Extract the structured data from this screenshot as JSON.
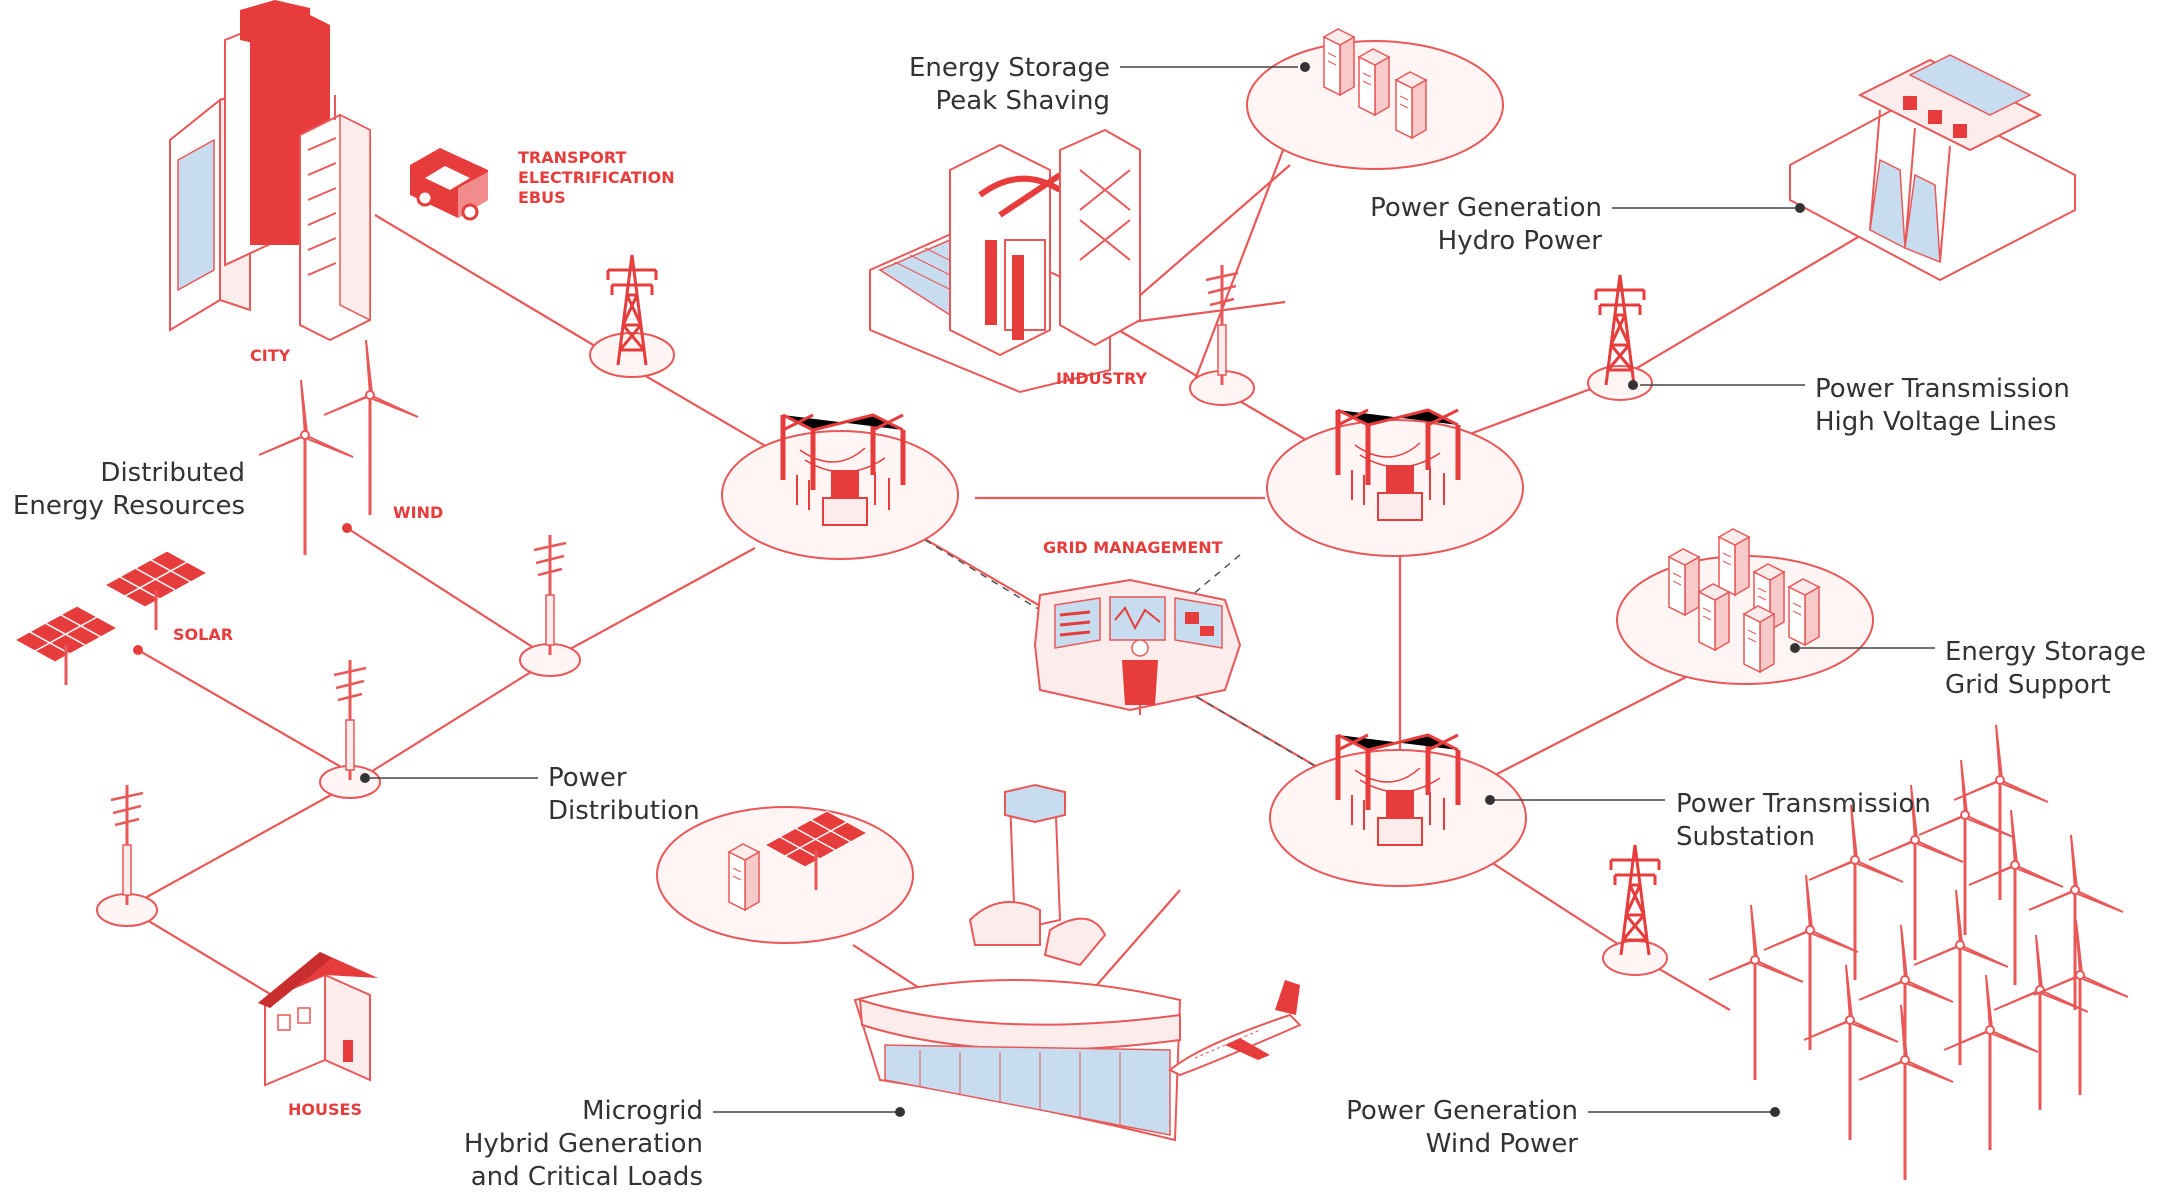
{
  "colors": {
    "accent": "#e63c3c",
    "light_fill": "#fdecec",
    "line": "#e85858",
    "glass": "#c8dcef",
    "text": "#333333"
  },
  "labels": {
    "energy_storage_peak": [
      "Energy Storage",
      "Peak Shaving"
    ],
    "hydro": [
      "Power Generation",
      "Hydro Power"
    ],
    "transmission_hv": [
      "Power Transmission",
      "High Voltage Lines"
    ],
    "der": [
      "Distributed",
      "Energy Resources"
    ],
    "energy_storage_grid": [
      "Energy Storage",
      "Grid Support"
    ],
    "distribution": [
      "Power",
      "Distribution"
    ],
    "substation": [
      "Power Transmission",
      "Substation"
    ],
    "microgrid": [
      "Microgrid",
      "Hybrid Generation",
      "and Critical Loads"
    ],
    "wind_power": [
      "Power Generation",
      "Wind Power"
    ]
  },
  "tags": {
    "transport": [
      "TRANSPORT",
      "ELECTRIFICATION",
      "EBUS"
    ],
    "city": "CITY",
    "industry": "INDUSTRY",
    "wind": "WIND",
    "solar": "SOLAR",
    "grid_management": "GRID MANAGEMENT",
    "houses": "HOUSES"
  },
  "icons": [
    "city-buildings-icon",
    "ebus-icon",
    "transmission-tower-icon",
    "industry-plant-icon",
    "energy-storage-icon",
    "hydro-dam-icon",
    "wind-turbine-icon",
    "solar-panel-icon",
    "utility-pole-icon",
    "substation-icon",
    "control-room-icon",
    "house-icon",
    "airport-terminal-icon",
    "control-tower-icon",
    "airplane-icon",
    "wind-farm-icon"
  ]
}
